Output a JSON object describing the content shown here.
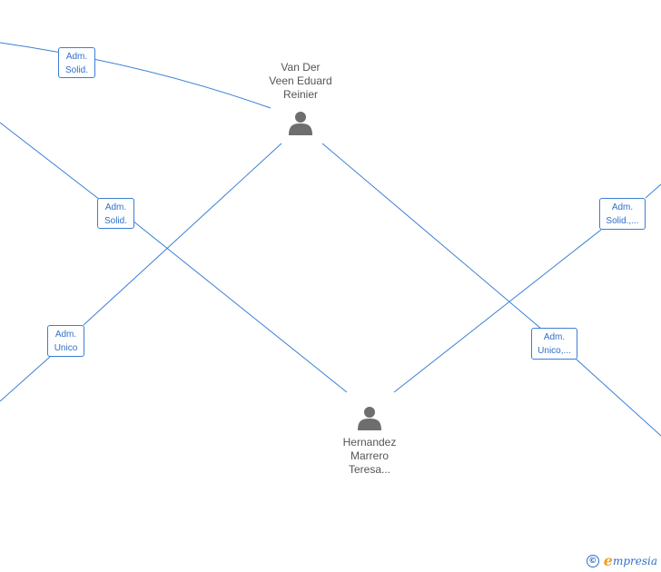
{
  "persons": [
    {
      "id": "vanderveen",
      "name_lines": [
        "Van Der",
        "Veen Eduard",
        "Reinier"
      ],
      "label_position": "above"
    },
    {
      "id": "hernandez",
      "name_lines": [
        "Hernandez",
        "Marrero",
        "Teresa..."
      ],
      "label_position": "below"
    }
  ],
  "roles": [
    {
      "id": "r1",
      "lines": [
        "Adm.",
        "Solid."
      ]
    },
    {
      "id": "r2",
      "lines": [
        "Adm.",
        "Solid."
      ]
    },
    {
      "id": "r3",
      "lines": [
        "Adm.",
        "Unico"
      ]
    },
    {
      "id": "r4",
      "lines": [
        "Adm.",
        "Solid.,..."
      ]
    },
    {
      "id": "r5",
      "lines": [
        "Adm.",
        "Unico,..."
      ]
    }
  ],
  "colors": {
    "edge": "#3a7fd5",
    "role_text": "#2f6fc9",
    "person_icon": "#6e6e6e"
  },
  "footer": {
    "copyright_symbol": "©",
    "brand_initial": "e",
    "brand_rest": "mpresia"
  }
}
